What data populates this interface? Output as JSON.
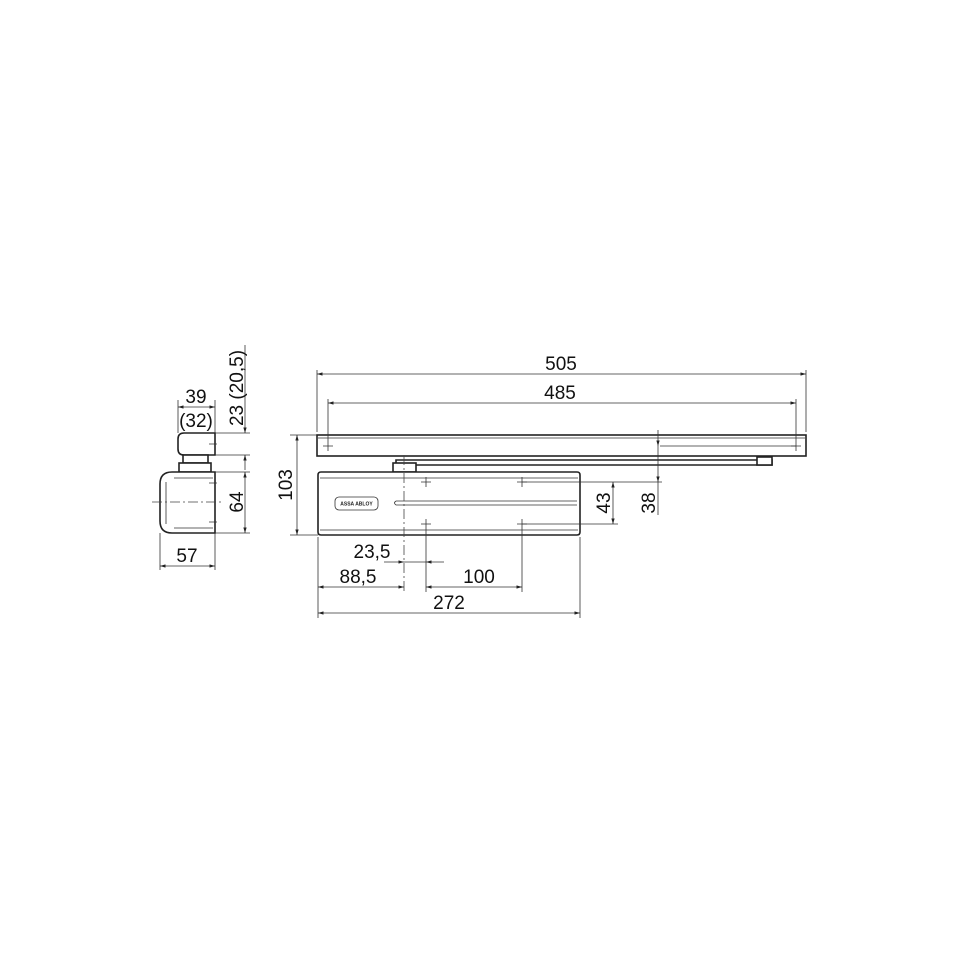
{
  "drawing": {
    "logo_text": "ASSA ABLOY",
    "side_view": {
      "width_top": "39",
      "width_top_alt": "(32)",
      "height_bracket": "23 (20,5)",
      "height_body": "64",
      "width_body": "57"
    },
    "front_view": {
      "rail_length": "505",
      "rail_hole_spacing": "485",
      "total_height": "103",
      "hole_vertical_spacing": "43",
      "rail_to_hole_offset": "38",
      "axis_to_hole_offset": "23,5",
      "edge_to_axis": "88,5",
      "hole_horizontal_spacing": "100",
      "body_length": "272"
    }
  }
}
